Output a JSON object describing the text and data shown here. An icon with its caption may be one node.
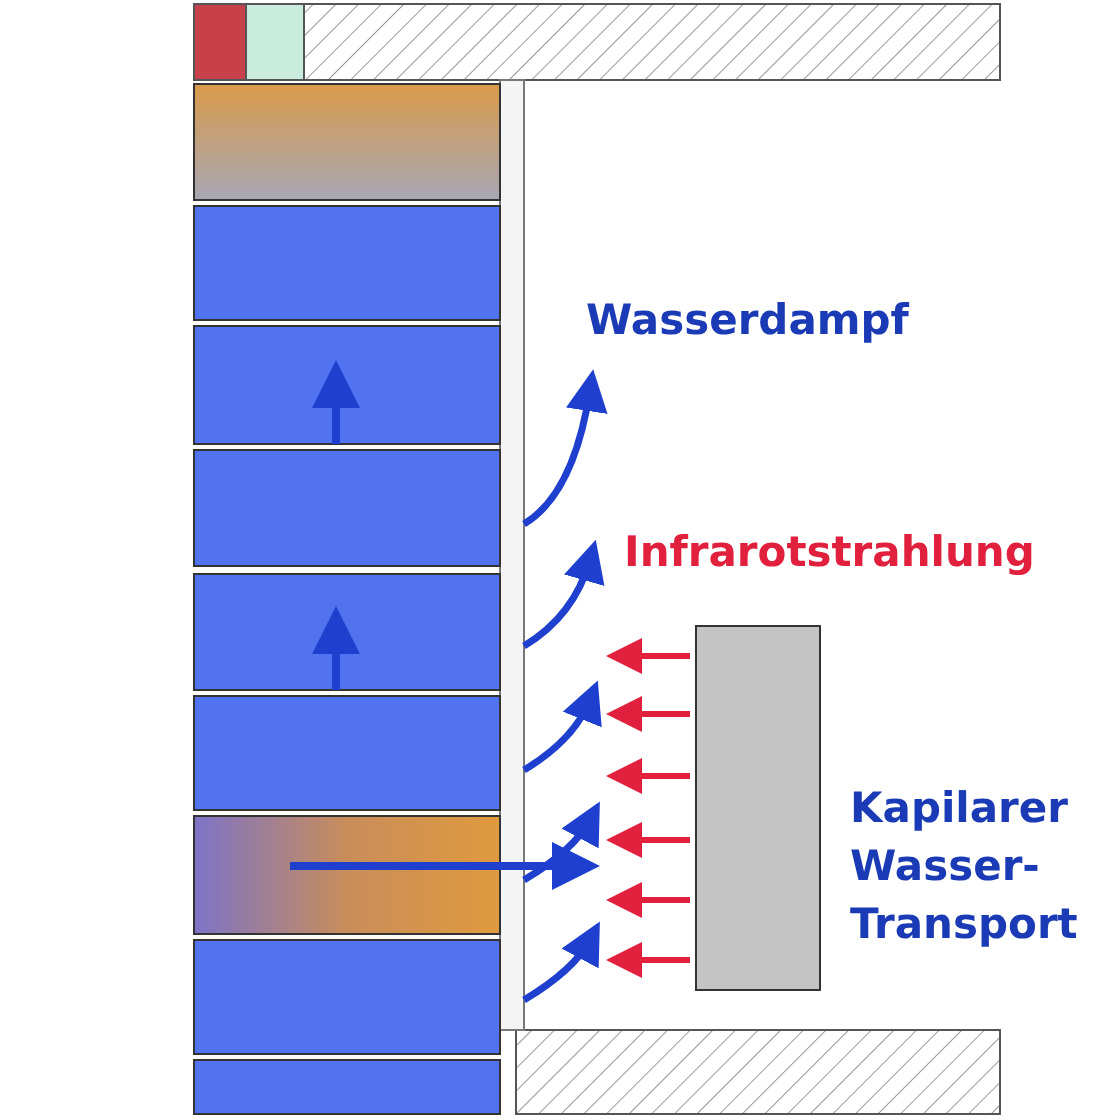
{
  "diagram": {
    "labels": [
      "Wasserdampf",
      "Infrarotstrahlung",
      "Kapilarer Wasser-Transport"
    ]
  }
}
